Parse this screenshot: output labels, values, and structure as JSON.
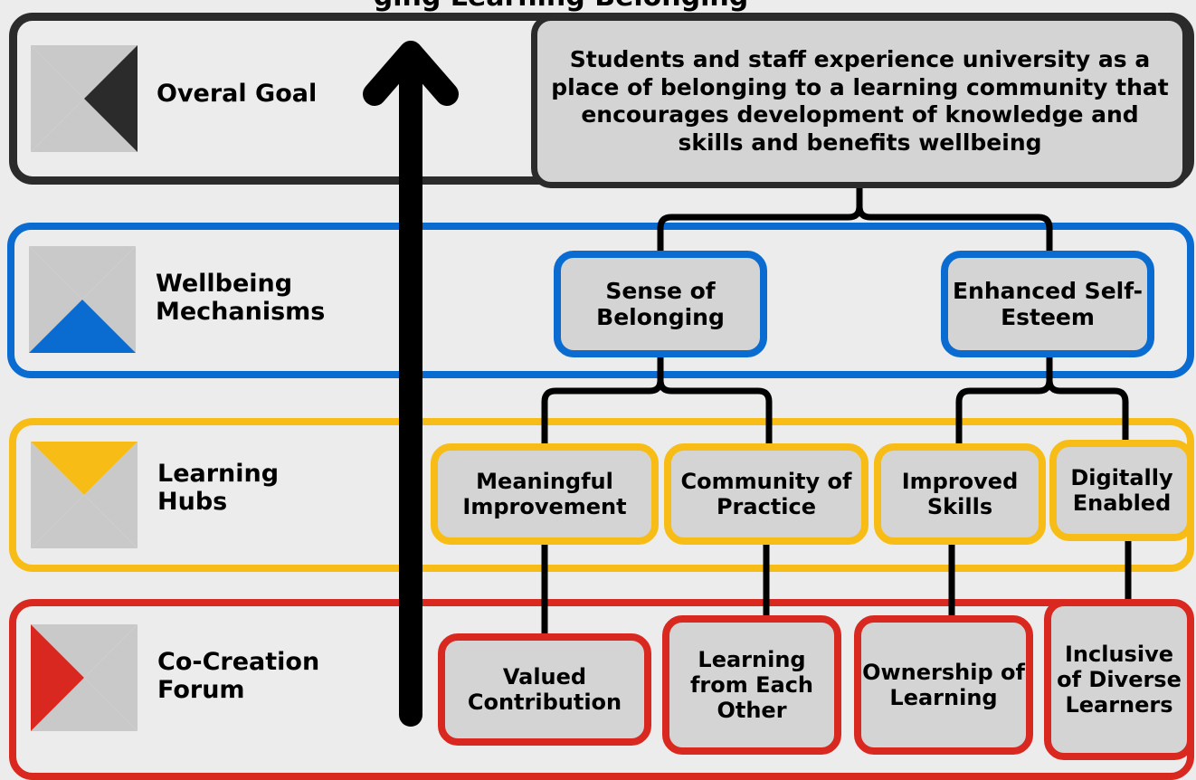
{
  "diagram": {
    "top_title": "ging Learning Belonging",
    "layers": {
      "goal": {
        "label": "Overal Goal",
        "color": "#2b2b2b"
      },
      "wellbeing": {
        "label": "Wellbeing\nMechanisms",
        "color": "#0a6bd1"
      },
      "hubs": {
        "label": "Learning\nHubs",
        "color": "#f7bd16"
      },
      "forum": {
        "label": "Co-Creation\nForum",
        "color": "#d8281f"
      }
    },
    "goal_text": "Students and staff experience university as a place of belonging to a learning community that encourages development of knowledge and skills and benefits wellbeing",
    "wellbeing_nodes": [
      "Sense of Belonging",
      "Enhanced Self-Esteem"
    ],
    "hub_nodes": [
      "Meaningful Improvement",
      "Community of Practice",
      "Improved Skills",
      "Digitally Enabled"
    ],
    "forum_nodes": [
      "Valued Contribution",
      "Learning from Each Other",
      "Ownership of Learning",
      "Inclusive of Diverse Learners"
    ],
    "arrow": "upward-arrow"
  }
}
